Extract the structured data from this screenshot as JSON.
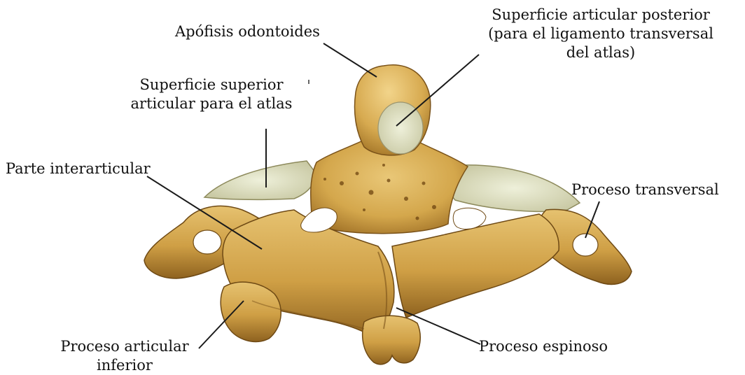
{
  "diagram": {
    "colors": {
      "bone": "#d4a74c",
      "bone_light": "#e9c777",
      "bone_shadow": "#8f6421",
      "bone_dark": "#5e3d10",
      "cartilage": "#dfe0c6",
      "foramen": "#ffffff",
      "leader_line": "#1a1a1a"
    },
    "labels": {
      "odontoid": {
        "line1": "Apófisis odontoides"
      },
      "posterior_surface": {
        "line1": "Superficie articular posterior",
        "line2": "(para el ligamento transversal",
        "line3": "del atlas)"
      },
      "superior_surface": {
        "line1": "Superficie superior",
        "line2": "articular para el atlas"
      },
      "pars": {
        "line1": "Parte interarticular"
      },
      "transverse": {
        "line1": "Proceso transversal"
      },
      "inferior_process": {
        "line1": "Proceso articular",
        "line2": "inferior"
      },
      "spinous": {
        "line1": "Proceso espinoso"
      }
    }
  }
}
